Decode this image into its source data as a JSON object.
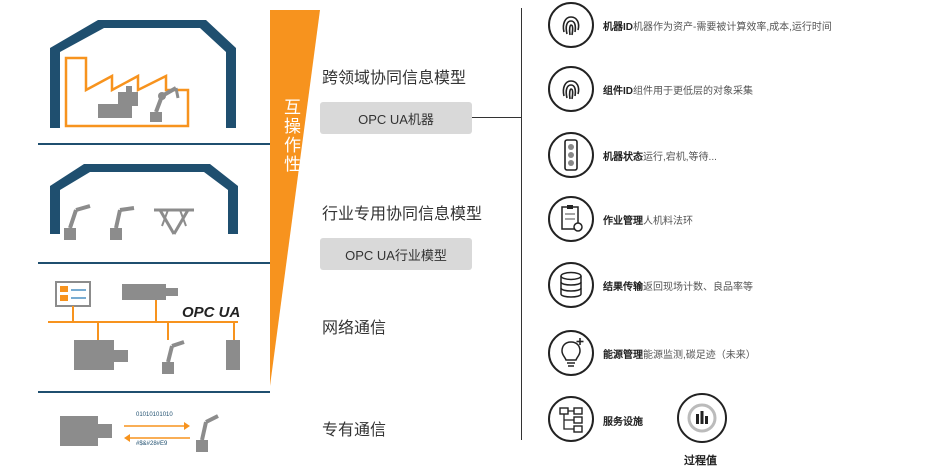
{
  "left_diagram": {
    "opc_logo_text": "OPC UA",
    "bin_top": "01010101010",
    "bin_bottom": "#$&#28#E9"
  },
  "vertical_label": "互操作性",
  "layers": [
    {
      "label": "跨领域协同信息模型",
      "pill": "OPC UA机器"
    },
    {
      "label": "行业专用协同信息模型",
      "pill": "OPC UA行业模型"
    },
    {
      "label": "网络通信"
    },
    {
      "label": "专有通信"
    }
  ],
  "features": [
    {
      "icon": "fingerprint-icon",
      "title": "机器ID",
      "desc": "机器作为资产-需要被计算效率,成本,运行时间"
    },
    {
      "icon": "fingerprint-icon",
      "title": "组件ID",
      "desc": "组件用于更低层的对象采集"
    },
    {
      "icon": "traffic-light-icon",
      "title": "机器状态",
      "desc": "运行,宕机,等待..."
    },
    {
      "icon": "clipboard-gear-icon",
      "title": "作业管理",
      "desc": "人机料法环"
    },
    {
      "icon": "database-icon",
      "title": "结果传输",
      "desc": "返回现场计数、良品率等"
    },
    {
      "icon": "lightbulb-icon",
      "title": "能源管理",
      "desc": "能源监测,碳足迹（未来）"
    },
    {
      "icon": "hierarchy-icon",
      "title": "服务设施",
      "desc": ""
    },
    {
      "icon": "gauge-icon",
      "title": "过程值",
      "desc": ""
    }
  ],
  "colors": {
    "navy": "#1f4f6f",
    "orange": "#f7931e",
    "pill": "#d9d9d9",
    "gray": "#8c8c8c"
  }
}
